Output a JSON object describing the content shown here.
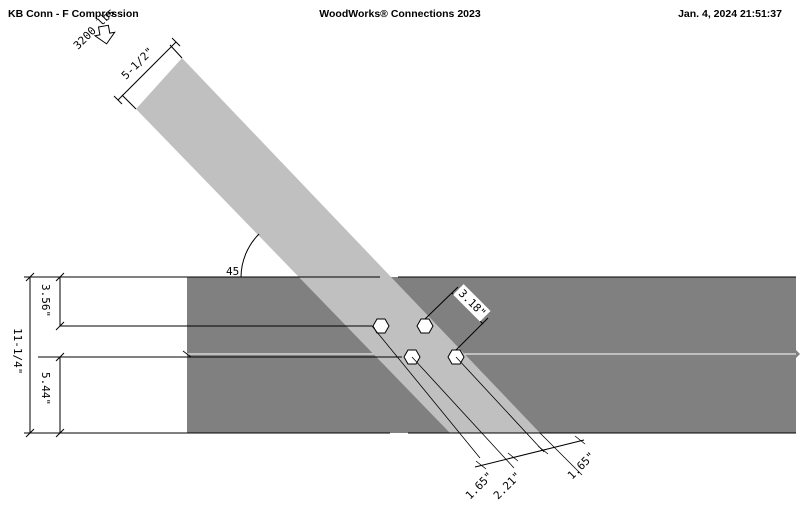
{
  "header": {
    "left": "KB Conn - F   Compression",
    "center": "WoodWorks® Connections 2023",
    "right": "Jan. 4, 2024  21:51:37"
  },
  "load": {
    "label": "3200 lbs"
  },
  "diagonal": {
    "width_label": "5-1/2\"",
    "angle_label": "45"
  },
  "main_member": {
    "depth_label": "11-1/4\"",
    "top_edge_label": "3.56\"",
    "bottom_edge_label": "5.44\""
  },
  "bolts": {
    "spacing_label": "3.18\""
  },
  "bottom_dims": [
    "1.65\"",
    "2.21\"",
    "1.65\""
  ],
  "colors": {
    "main": "#808080",
    "diagonal": "#c0c0c0",
    "line": "#000000"
  }
}
